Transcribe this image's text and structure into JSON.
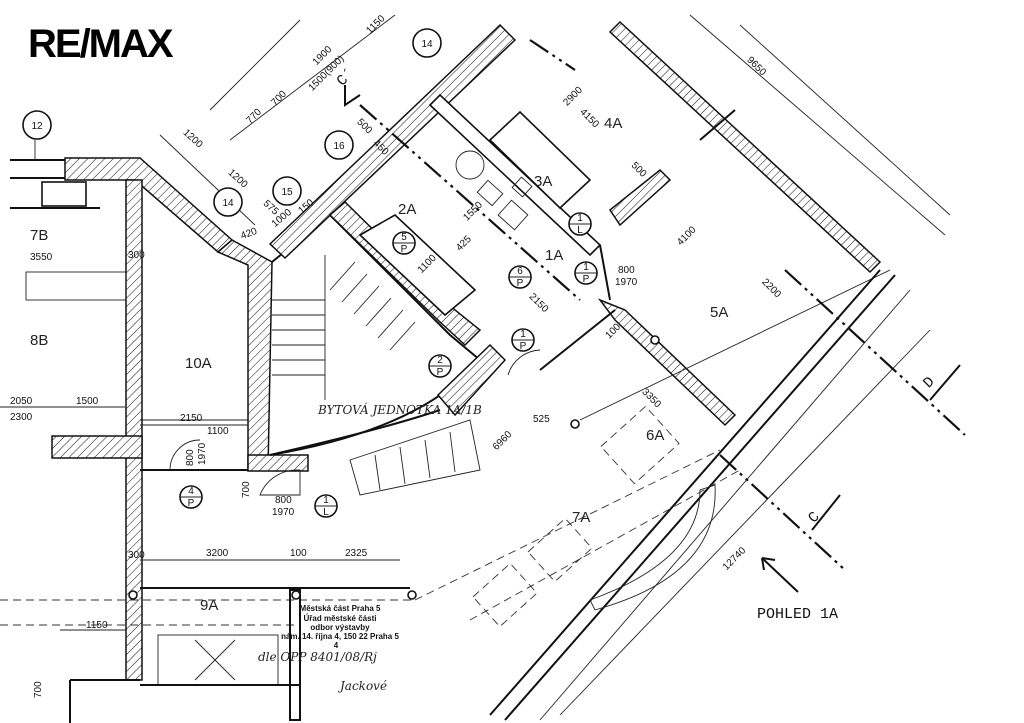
{
  "logo": "RE/MAX",
  "rooms": {
    "r7B": "7B",
    "r8B": "8B",
    "r10A": "10A",
    "r9A": "9A",
    "r7A": "7A",
    "r6A": "6A",
    "r5A": "5A",
    "r4A": "4A",
    "r3A": "3A",
    "r2A": "2A",
    "r1A": "1A"
  },
  "sections": {
    "c_prime": "C´",
    "c": "C",
    "d": "D"
  },
  "view_label": "POHLED 1A",
  "unit_note": "BYTOVÁ JEDNOTKA 1A/1B",
  "circle_tags": {
    "t12": "12",
    "t14a": "14",
    "t14b": "14",
    "t15": "15",
    "t16": "16"
  },
  "door_tags": [
    {
      "num": "1",
      "type": "L"
    },
    {
      "num": "5",
      "type": "P"
    },
    {
      "num": "6",
      "type": "P"
    },
    {
      "num": "1",
      "type": "P"
    },
    {
      "num": "2",
      "type": "P"
    },
    {
      "num": "4",
      "type": "P"
    },
    {
      "num": "1",
      "type": "L"
    },
    {
      "num": "1",
      "type": "P"
    }
  ],
  "dimensions": {
    "d3550": "3550",
    "d300a": "300",
    "d2050": "2050",
    "d1500": "1500",
    "d2300": "2300",
    "d2150": "2150",
    "d1100": "1100",
    "d800a": "800",
    "d1970a": "1970",
    "d700": "700",
    "d800b": "800",
    "d1970b": "1970",
    "d3200": "3200",
    "d100": "100",
    "d2325": "2325",
    "d1150": "1150",
    "d700b": "700",
    "d300b": "300",
    "d1200a": "1200",
    "d1200b": "1200",
    "d770": "770",
    "d700c": "700",
    "d1900": "1900",
    "d1500_900": "1500(900)",
    "d420": "420",
    "d575": "575",
    "d1000": "1000",
    "d150": "150",
    "d500": "500",
    "d450": "450",
    "d1100b": "1100",
    "d425": "425",
    "d1550": "1550",
    "d2900": "2900",
    "d4150": "4150",
    "d9650": "9650",
    "d500b": "500",
    "d4100": "4100",
    "d2200": "2200",
    "d800c": "800",
    "d1970c": "1970",
    "d2150b": "2150",
    "d525": "525",
    "d6960": "6960",
    "d3350": "3350",
    "d12740": "12740",
    "d100b": "100"
  },
  "stamp": {
    "line1": "Městská část Praha 5",
    "line2": "Úřad městské části",
    "line3": "odbor výstavby",
    "line4": "nám. 14. října 4, 150 22 Praha 5",
    "line5": "4",
    "handwritten": "dle OPP 8401/08/Rj",
    "signature": "Jackové"
  }
}
